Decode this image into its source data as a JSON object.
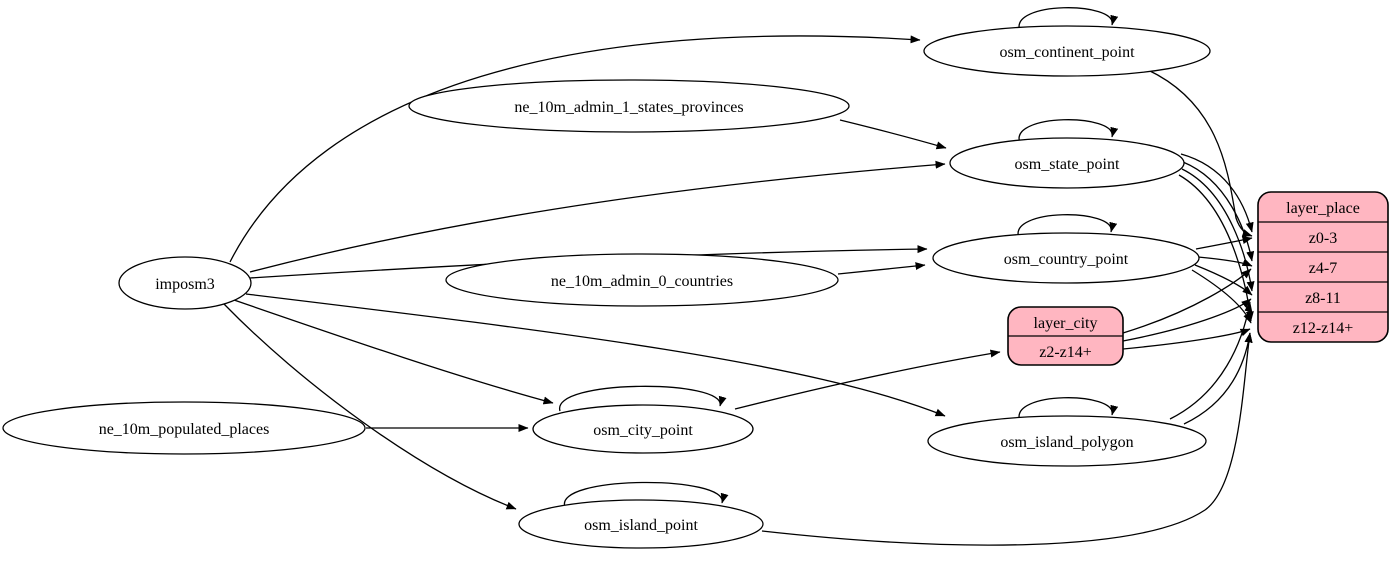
{
  "diagram": {
    "kind": "etl-dependency-graph",
    "colors": {
      "background": "#ffffff",
      "node_fill": "#ffffff",
      "node_stroke": "#000000",
      "edge": "#000000",
      "record_fill": "#ffb6c1",
      "record_stroke": "#000000"
    },
    "nodes": {
      "imposm3": "imposm3",
      "ne_10m_admin_1_states_provinces": "ne_10m_admin_1_states_provinces",
      "ne_10m_admin_0_countries": "ne_10m_admin_0_countries",
      "ne_10m_populated_places": "ne_10m_populated_places",
      "osm_continent_point": "osm_continent_point",
      "osm_state_point": "osm_state_point",
      "osm_country_point": "osm_country_point",
      "osm_city_point": "osm_city_point",
      "osm_island_polygon": "osm_island_polygon",
      "osm_island_point": "osm_island_point"
    },
    "records": {
      "layer_place": {
        "title": "layer_place",
        "rows": [
          "z0-3",
          "z4-7",
          "z8-11",
          "z12-z14+"
        ]
      },
      "layer_city": {
        "title": "layer_city",
        "rows": [
          "z2-z14+"
        ]
      }
    },
    "edges": [
      {
        "from": "imposm3",
        "to": "osm_continent_point"
      },
      {
        "from": "imposm3",
        "to": "osm_state_point"
      },
      {
        "from": "imposm3",
        "to": "osm_country_point"
      },
      {
        "from": "imposm3",
        "to": "osm_city_point"
      },
      {
        "from": "imposm3",
        "to": "osm_island_point"
      },
      {
        "from": "imposm3",
        "to": "osm_island_polygon"
      },
      {
        "from": "ne_10m_admin_1_states_provinces",
        "to": "osm_state_point"
      },
      {
        "from": "ne_10m_admin_0_countries",
        "to": "osm_country_point"
      },
      {
        "from": "ne_10m_populated_places",
        "to": "osm_city_point"
      },
      {
        "from": "osm_continent_point",
        "to": "osm_continent_point"
      },
      {
        "from": "osm_state_point",
        "to": "osm_state_point"
      },
      {
        "from": "osm_country_point",
        "to": "osm_country_point"
      },
      {
        "from": "osm_city_point",
        "to": "osm_city_point"
      },
      {
        "from": "osm_island_polygon",
        "to": "osm_island_polygon"
      },
      {
        "from": "osm_island_point",
        "to": "osm_island_point"
      },
      {
        "from": "osm_continent_point",
        "to": "layer_place:z0-3"
      },
      {
        "from": "osm_state_point",
        "to": "layer_place:z0-3"
      },
      {
        "from": "osm_state_point",
        "to": "layer_place:z4-7"
      },
      {
        "from": "osm_state_point",
        "to": "layer_place:z8-11"
      },
      {
        "from": "osm_state_point",
        "to": "layer_place:z12-z14+"
      },
      {
        "from": "osm_country_point",
        "to": "layer_place:z0-3"
      },
      {
        "from": "osm_country_point",
        "to": "layer_place:z4-7"
      },
      {
        "from": "osm_country_point",
        "to": "layer_place:z8-11"
      },
      {
        "from": "osm_country_point",
        "to": "layer_place:z12-z14+"
      },
      {
        "from": "osm_city_point",
        "to": "layer_city:z2-z14+"
      },
      {
        "from": "layer_city",
        "to": "layer_place:z4-7"
      },
      {
        "from": "layer_city",
        "to": "layer_place:z8-11"
      },
      {
        "from": "layer_city",
        "to": "layer_place:z12-z14+"
      },
      {
        "from": "osm_island_polygon",
        "to": "layer_place:z8-11"
      },
      {
        "from": "osm_island_polygon",
        "to": "layer_place:z12-z14+"
      },
      {
        "from": "osm_island_point",
        "to": "layer_place:z12-z14+"
      }
    ]
  }
}
